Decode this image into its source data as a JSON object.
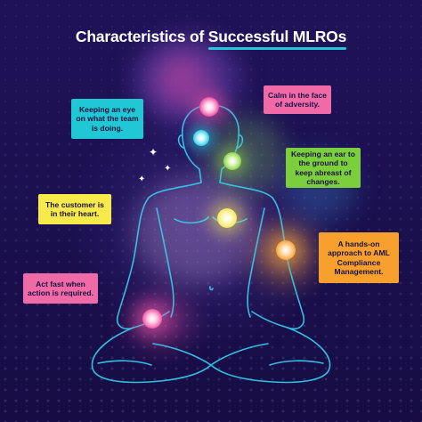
{
  "title": {
    "prefix": "Characteristics of ",
    "highlight": "Successful MLROs"
  },
  "labels": [
    {
      "text": "Keeping an eye on what the team is doing.",
      "bg": "#20c7d4",
      "color": "#1a1040"
    },
    {
      "text": "Calm in the face of adversity.",
      "bg": "#f06aa8",
      "color": "#1a1040"
    },
    {
      "text": "Keeping an ear to the ground to keep abreast of changes.",
      "bg": "#7bcf3c",
      "color": "#1a1040"
    },
    {
      "text": "The customer is in their heart.",
      "bg": "#f7ea4a",
      "color": "#1a1040"
    },
    {
      "text": "A hands-on approach to AML Compliance Management.",
      "bg": "#f7a02d",
      "color": "#1a1040"
    },
    {
      "text": "Act fast when action is required.",
      "bg": "#f06aa8",
      "color": "#1a1040"
    }
  ],
  "colors": {
    "background": "#1b1050",
    "figure_outline": "#36c8e8",
    "title_underline": "#27c5d8",
    "chakra_crown": "#f04fa0",
    "chakra_third_eye": "#2fd0e6",
    "chakra_throat": "#8fd44a",
    "chakra_heart": "#f5e85a",
    "chakra_solar": "#f7a63a",
    "chakra_root": "#f05aa8"
  },
  "icons": [
    "sparkle-icon",
    "sparkle-icon",
    "sparkle-icon"
  ]
}
